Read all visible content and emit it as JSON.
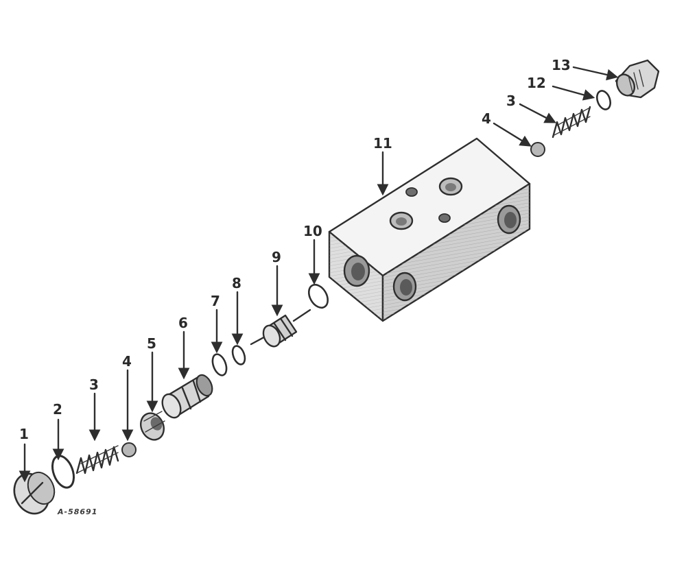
{
  "diagram": {
    "reference_code": "A-58691",
    "parts": [
      {
        "id": "part-1",
        "number": "1"
      },
      {
        "id": "part-2",
        "number": "2"
      },
      {
        "id": "part-3-left",
        "number": "3"
      },
      {
        "id": "part-4-left",
        "number": "4"
      },
      {
        "id": "part-5",
        "number": "5"
      },
      {
        "id": "part-6",
        "number": "6"
      },
      {
        "id": "part-7",
        "number": "7"
      },
      {
        "id": "part-8",
        "number": "8"
      },
      {
        "id": "part-9",
        "number": "9"
      },
      {
        "id": "part-10",
        "number": "10"
      },
      {
        "id": "part-11",
        "number": "11"
      },
      {
        "id": "part-4-right",
        "number": "4"
      },
      {
        "id": "part-3-right",
        "number": "3"
      },
      {
        "id": "part-12",
        "number": "12"
      },
      {
        "id": "part-13",
        "number": "13"
      }
    ]
  }
}
